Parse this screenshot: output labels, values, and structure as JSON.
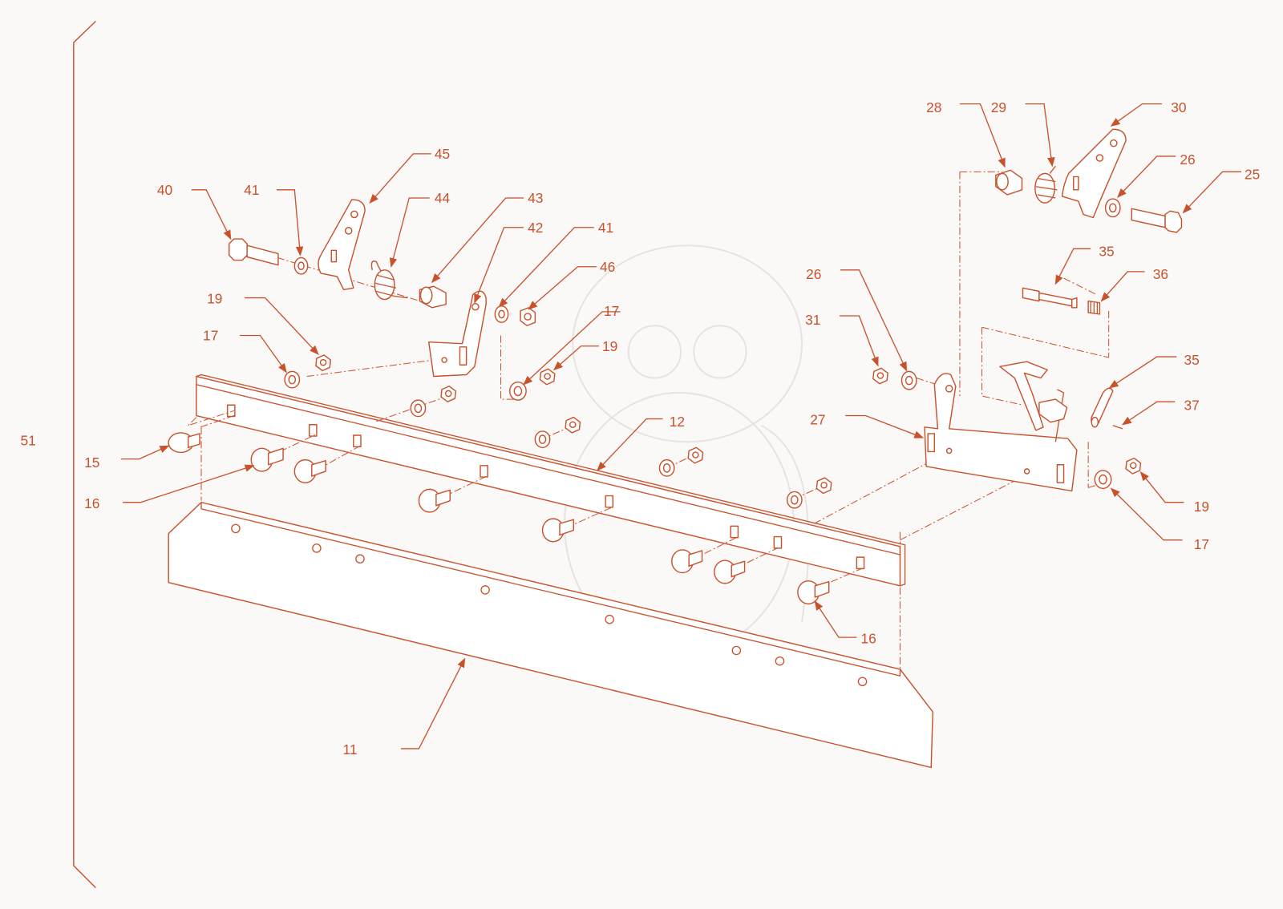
{
  "callouts": {
    "c51": "51",
    "c40": "40",
    "c41a": "41",
    "c45": "45",
    "c44": "44",
    "c43": "43",
    "c42": "42",
    "c41b": "41",
    "c46": "46",
    "c19a": "19",
    "c17a": "17",
    "c17b": "17",
    "c19b": "19",
    "c12": "12",
    "c15": "15",
    "c16a": "16",
    "c16b": "16",
    "c11": "11",
    "c28": "28",
    "c29": "29",
    "c30": "30",
    "c26a": "26",
    "c25": "25",
    "c35a": "35",
    "c36": "36",
    "c26b": "26",
    "c31": "31",
    "c35b": "35",
    "c37": "37",
    "c27": "27",
    "c19c": "19",
    "c17c": "17"
  },
  "colors": {
    "line": "#c8522c",
    "background": "#faf9f7",
    "watermark": "#e7e4e0"
  }
}
